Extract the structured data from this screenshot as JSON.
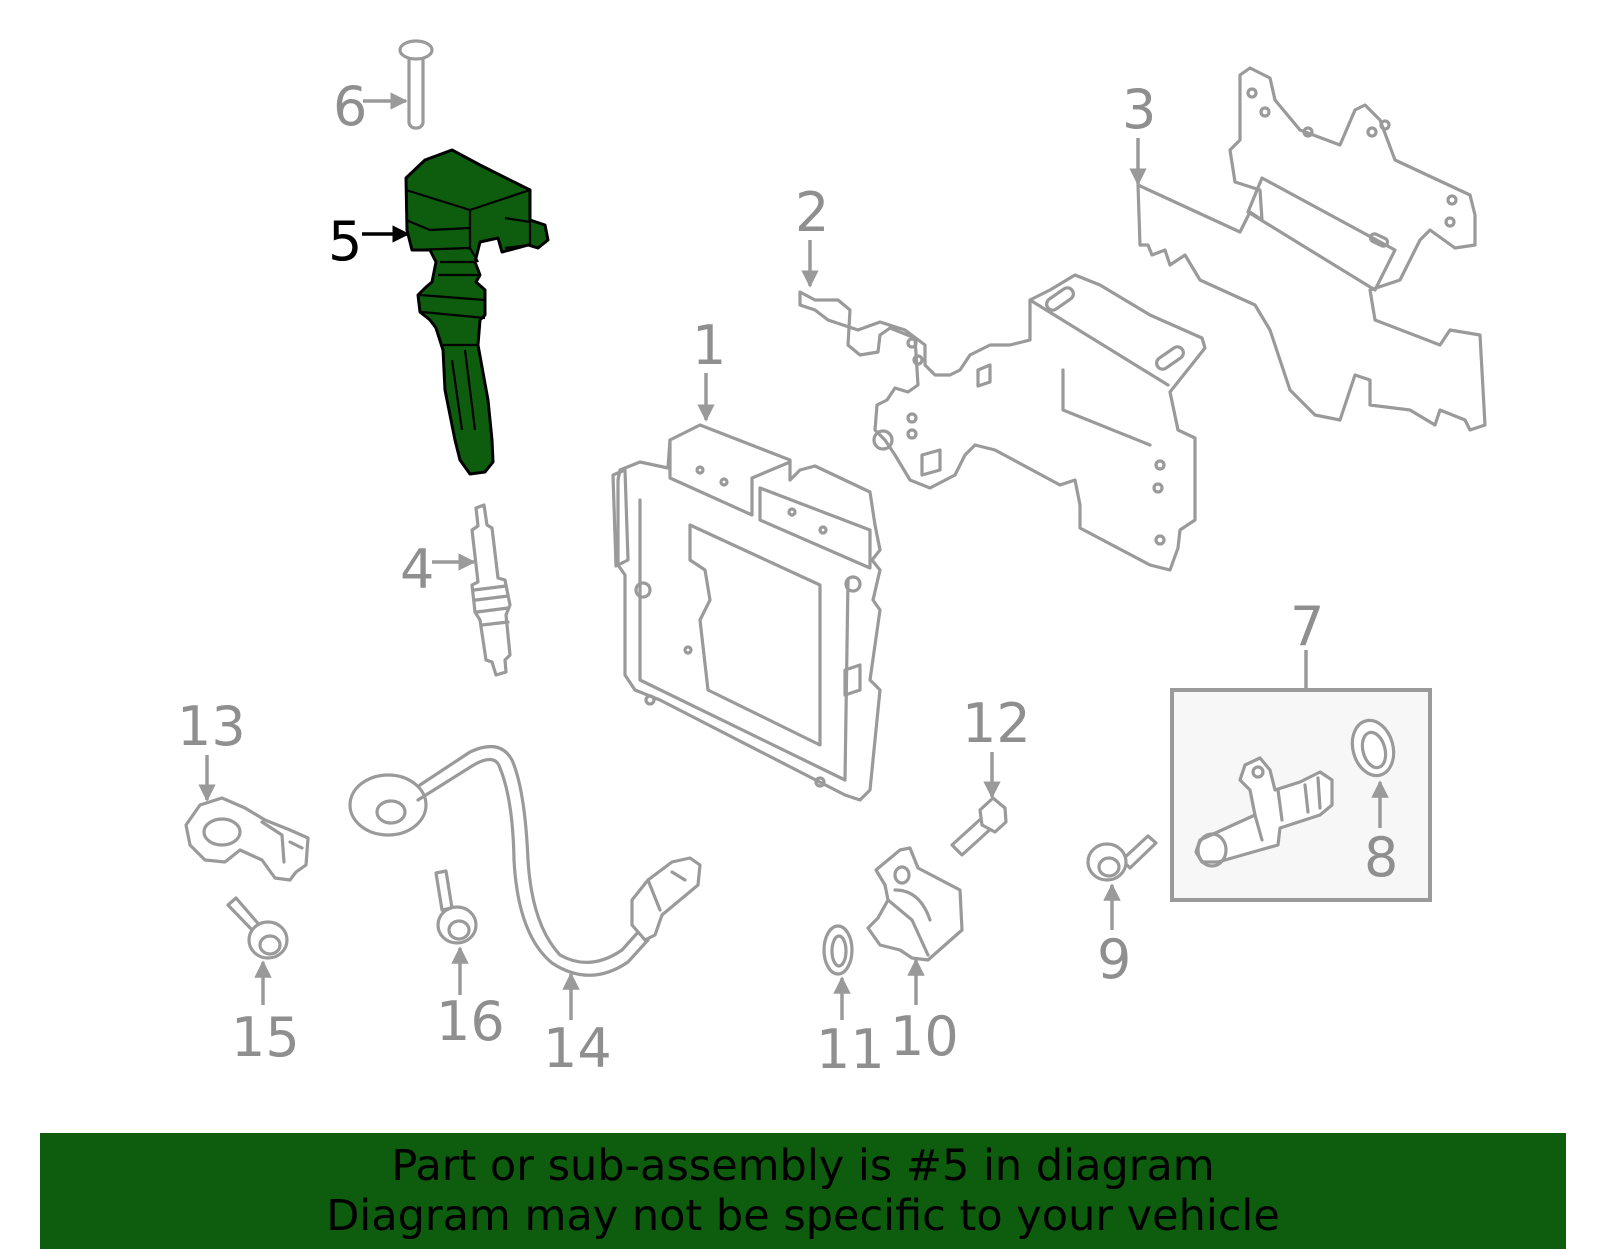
{
  "callouts": {
    "c1": "1",
    "c2": "2",
    "c3": "3",
    "c4": "4",
    "c5": "5",
    "c6": "6",
    "c7": "7",
    "c8": "8",
    "c9": "9",
    "c10": "10",
    "c11": "11",
    "c12": "12",
    "c13": "13",
    "c14": "14",
    "c15": "15",
    "c16": "16"
  },
  "highlighted_part": "5",
  "colors": {
    "highlight": "#0e5c0e",
    "line_art": "#9a9a9a",
    "banner": "#0e5c0e"
  },
  "banner": {
    "line1": "Part or sub-assembly is #5 in diagram",
    "line2": "Diagram may not be specific to your vehicle"
  }
}
